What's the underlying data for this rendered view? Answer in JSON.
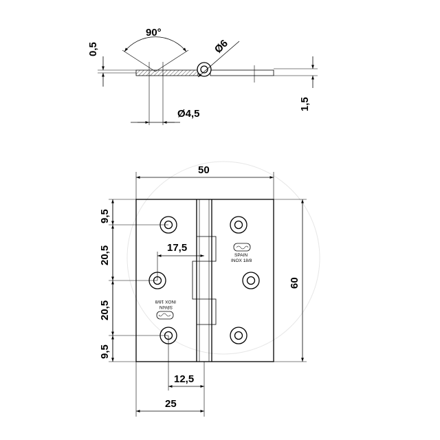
{
  "side_view": {
    "angle_label": "90°",
    "pin_diameter_label": "Ø6",
    "hole_diameter_label": "Ø4,5",
    "leaf_thickness_label": "0,5",
    "overall_thickness_label": "1,5"
  },
  "front_view": {
    "width_label": "50",
    "height_label": "60",
    "left_dims": [
      "9,5",
      "20,5",
      "20,5",
      "9,5"
    ],
    "hole_offset_label": "17,5",
    "inner_offset_label": "12,5",
    "half_width_label": "25",
    "stamp_top": {
      "country": "SPAIN",
      "material": "INOX 18/8"
    },
    "stamp_bottom": {
      "country": "SPAIN",
      "material": "INOX 18/8"
    }
  },
  "colors": {
    "line": "#000000",
    "background": "#ffffff",
    "watermark": "#e6e6e6"
  }
}
